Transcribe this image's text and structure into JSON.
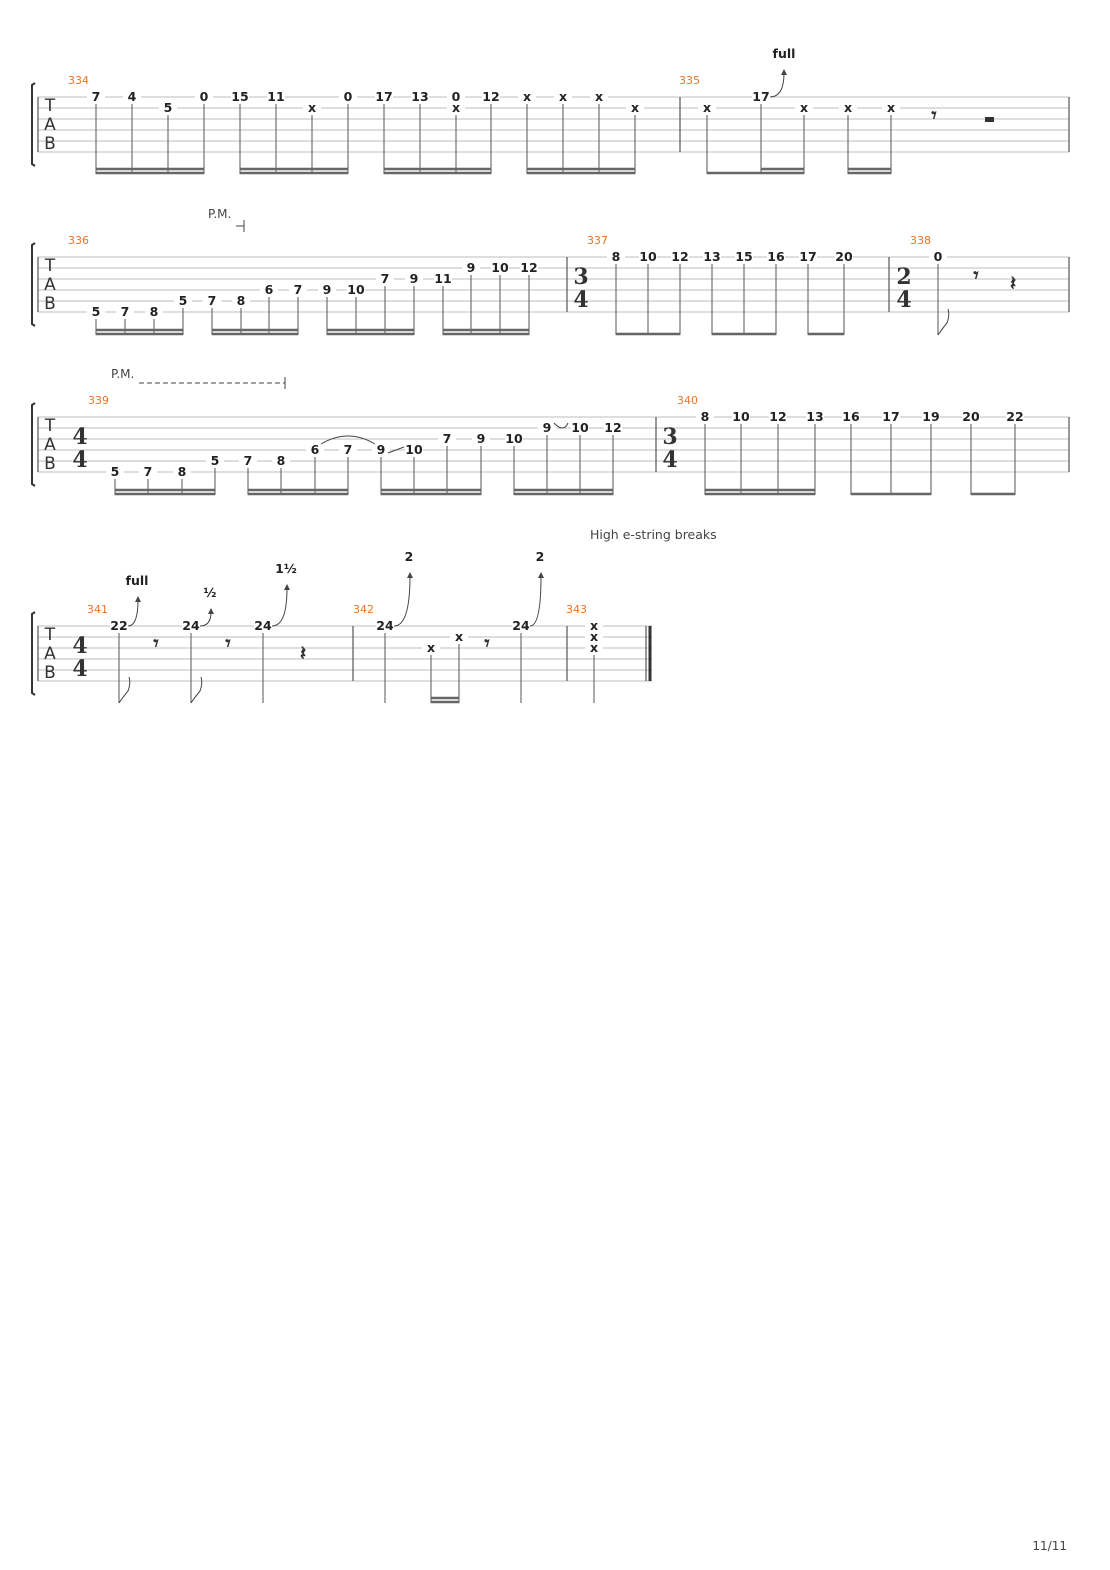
{
  "tab_letters": [
    "T",
    "A",
    "B"
  ],
  "page_number": "11/11",
  "annotation_high_e": "High e-string breaks",
  "palm_mute_label": "P.M.",
  "rows": [
    {
      "measures": [
        {
          "number": "334",
          "time_sig": null
        },
        {
          "number": "335",
          "time_sig": null
        }
      ],
      "notes": [
        {
          "fret": "7",
          "string": 1
        },
        {
          "fret": "4",
          "string": 1
        },
        {
          "fret": "5",
          "string": 2
        },
        {
          "fret": "0",
          "string": 1
        },
        {
          "fret": "15",
          "string": 1
        },
        {
          "fret": "11",
          "string": 1
        },
        {
          "fret": "x",
          "string": 2
        },
        {
          "fret": "0",
          "string": 1
        },
        {
          "fret": "17",
          "string": 1
        },
        {
          "fret": "13",
          "string": 1
        },
        {
          "fret": "0",
          "string": 1
        },
        {
          "fret": "x",
          "string": 2
        },
        {
          "fret": "12",
          "string": 1
        },
        {
          "fret": "x",
          "string": 1
        },
        {
          "fret": "x",
          "string": 1
        },
        {
          "fret": "x",
          "string": 1
        },
        {
          "fret": "x",
          "string": 2
        },
        {
          "fret": "x",
          "string": 1
        },
        {
          "fret": "17",
          "string": 1
        },
        {
          "fret": "x",
          "string": 1
        },
        {
          "fret": "x",
          "string": 1
        },
        {
          "fret": "x",
          "string": 2
        }
      ],
      "bends": [
        {
          "label": "full"
        }
      ]
    },
    {
      "measures": [
        {
          "number": "336",
          "time_sig": null
        },
        {
          "number": "337",
          "time_sig": [
            "3",
            "4"
          ]
        },
        {
          "number": "338",
          "time_sig": [
            "2",
            "4"
          ]
        }
      ],
      "notes": [
        {
          "fret": "5"
        },
        {
          "fret": "7"
        },
        {
          "fret": "8"
        },
        {
          "fret": "5"
        },
        {
          "fret": "7"
        },
        {
          "fret": "8"
        },
        {
          "fret": "6"
        },
        {
          "fret": "7"
        },
        {
          "fret": "9"
        },
        {
          "fret": "10"
        },
        {
          "fret": "7"
        },
        {
          "fret": "9"
        },
        {
          "fret": "11"
        },
        {
          "fret": "9"
        },
        {
          "fret": "10"
        },
        {
          "fret": "12"
        },
        {
          "fret": "8"
        },
        {
          "fret": "10"
        },
        {
          "fret": "12"
        },
        {
          "fret": "13"
        },
        {
          "fret": "15"
        },
        {
          "fret": "16"
        },
        {
          "fret": "17"
        },
        {
          "fret": "20"
        },
        {
          "fret": "0"
        }
      ]
    },
    {
      "measures": [
        {
          "number": "339",
          "time_sig": [
            "4",
            "4"
          ]
        },
        {
          "number": "340",
          "time_sig": [
            "3",
            "4"
          ]
        }
      ],
      "notes": [
        {
          "fret": "5"
        },
        {
          "fret": "7"
        },
        {
          "fret": "8"
        },
        {
          "fret": "5"
        },
        {
          "fret": "7"
        },
        {
          "fret": "8"
        },
        {
          "fret": "6"
        },
        {
          "fret": "7"
        },
        {
          "fret": "9"
        },
        {
          "fret": "10"
        },
        {
          "fret": "7"
        },
        {
          "fret": "9"
        },
        {
          "fret": "10"
        },
        {
          "fret": "9"
        },
        {
          "fret": "10"
        },
        {
          "fret": "12"
        },
        {
          "fret": "8"
        },
        {
          "fret": "10"
        },
        {
          "fret": "12"
        },
        {
          "fret": "13"
        },
        {
          "fret": "16"
        },
        {
          "fret": "17"
        },
        {
          "fret": "19"
        },
        {
          "fret": "20"
        },
        {
          "fret": "22"
        }
      ]
    },
    {
      "measures": [
        {
          "number": "341",
          "time_sig": [
            "4",
            "4"
          ]
        },
        {
          "number": "342",
          "time_sig": null
        },
        {
          "number": "343",
          "time_sig": null
        }
      ],
      "notes": [
        {
          "fret": "22"
        },
        {
          "fret": "24"
        },
        {
          "fret": "24"
        },
        {
          "fret": "24"
        },
        {
          "fret": "x"
        },
        {
          "fret": "x"
        },
        {
          "fret": "24"
        },
        {
          "fret": "x"
        },
        {
          "fret": "x"
        },
        {
          "fret": "x"
        }
      ],
      "bends": [
        {
          "label": "full"
        },
        {
          "label": "½"
        },
        {
          "label": "1½"
        },
        {
          "label": "2"
        },
        {
          "label": "2"
        }
      ]
    }
  ]
}
